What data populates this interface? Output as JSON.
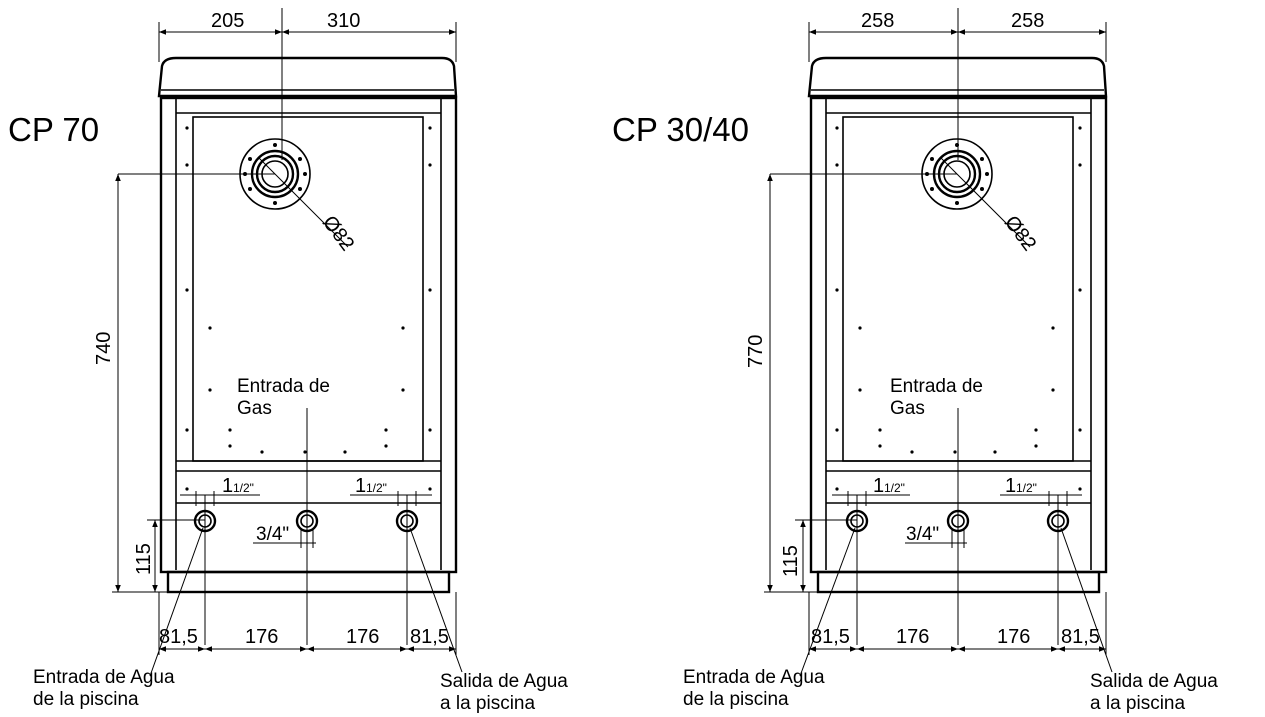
{
  "units": [
    {
      "id": "left",
      "model": "CP 70",
      "dims": {
        "top_left": "205",
        "top_right": "310",
        "height": "740",
        "base": "115",
        "bottom": [
          "81,5",
          "176",
          "176",
          "81,5"
        ]
      },
      "flue": "Ø82",
      "conn_side_whole": "1",
      "conn_side_frac": "1/2\"",
      "conn_center": "3/4\"",
      "gas": [
        "Entrada de",
        "Gas"
      ],
      "water_in": [
        "Entrada de Agua",
        "de la piscina"
      ],
      "water_out": [
        "Salida de Agua",
        "a la piscina"
      ]
    },
    {
      "id": "right",
      "model": "CP 30/40",
      "dims": {
        "top_left": "258",
        "top_right": "258",
        "height": "770",
        "base": "115",
        "bottom": [
          "81,5",
          "176",
          "176",
          "81,5"
        ]
      },
      "flue": "Ø82",
      "conn_side_whole": "1",
      "conn_side_frac": "1/2\"",
      "conn_center": "3/4\"",
      "gas": [
        "Entrada de",
        "Gas"
      ],
      "water_in": [
        "Entrada de Agua",
        "de la piscina"
      ],
      "water_out": [
        "Salida de Agua",
        "a la piscina"
      ]
    }
  ]
}
